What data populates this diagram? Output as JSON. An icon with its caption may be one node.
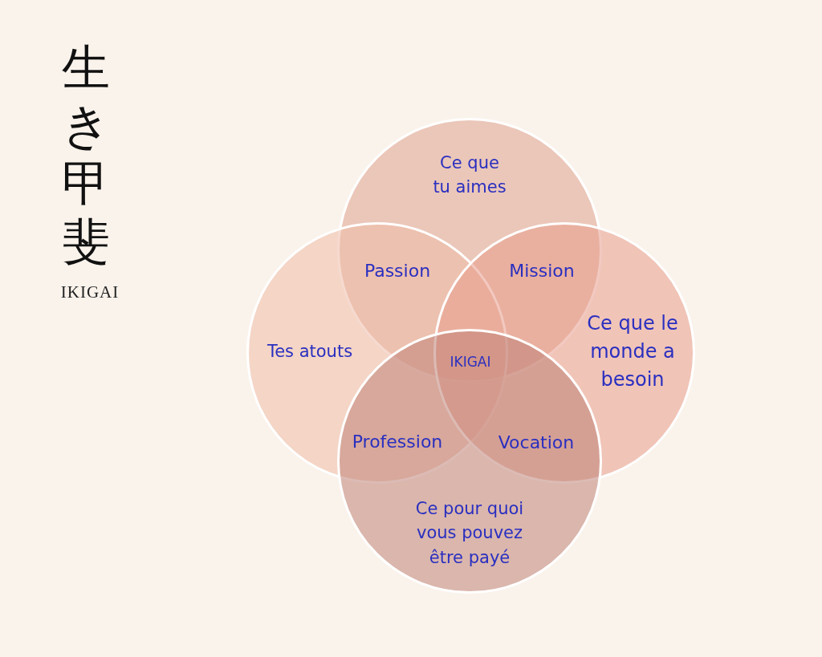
{
  "diagram": {
    "title": "生き甲斐",
    "nodes": [
      {
        "text": [
          "Ce que tu aimes"
        ]
      },
      {
        "text": [
          "Tes atouts"
        ]
      },
      {
        "text": [
          "Ce que le monde a besoin"
        ]
      },
      {
        "text": [
          "Ce pour quoi vous pouvez être payé"
        ]
      }
    ],
    "labels": [
      "IKIGAI",
      "Passion",
      "Mission",
      "IKIGAI",
      "Profession",
      "Vocation"
    ]
  }
}
